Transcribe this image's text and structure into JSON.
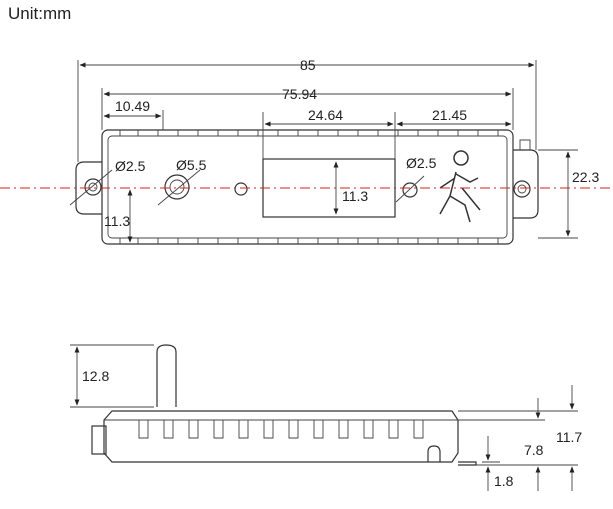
{
  "unit_label": "Unit:mm",
  "top_view": {
    "total_length": "85",
    "hole_spacing": "75.94",
    "left_offset": "10.49",
    "window_width": "24.64",
    "right_offset": "21.45",
    "height": "22.3",
    "left_hole_diameter": "Ø2.5",
    "button_diameter": "Ø5.5",
    "right_hole_diameter": "Ø2.5",
    "center_height": "11.3",
    "window_height": "11.3",
    "icon": "running-man-exit-icon"
  },
  "side_view": {
    "antenna_height": "12.8",
    "total_height": "11.7",
    "body_height": "7.8",
    "base_height": "1.8"
  },
  "colors": {
    "centerline": "#d62020",
    "outline": "#333333"
  }
}
